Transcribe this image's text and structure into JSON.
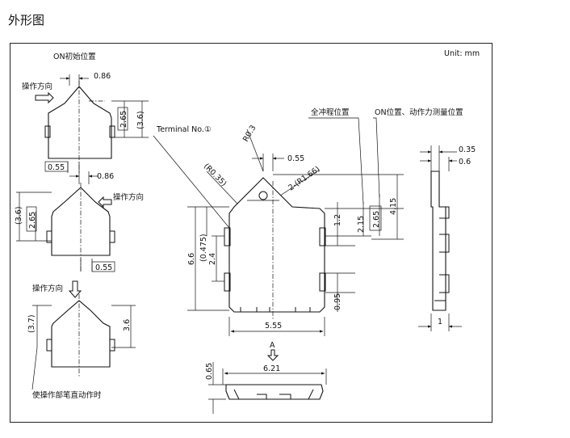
{
  "page_title": "外形图",
  "unit": "Unit: mm",
  "labels": {
    "on_initial_position": "ON初始位置",
    "operation_direction": "操作方向",
    "full_stroke_position": "全冲程位置",
    "on_position_force_point": "ON位置、动作力测量位置",
    "terminal_no": "Terminal No.①",
    "full_stroke_push": "使操作部笔直动作时",
    "view_a": "A"
  },
  "dimensions": {
    "d_0_86_top": "0.86",
    "d_2_65_a": "2.65",
    "d_3_6_a": "(3.6)",
    "d_0_55_a": "0.55",
    "d_0_86_b": "0.86",
    "d_3_6_b": "(3.6)",
    "d_2_65_b": "2.65",
    "d_0_55_b": "0.55",
    "d_3_7": "(3.7)",
    "d_3_6_c": "3.6",
    "d_r0_3": "R0.3",
    "d_0_55_c": "0.55",
    "d_r0_35": "(R0.35)",
    "d_r1_66": "2-(R1.66)",
    "d_4_15": "4.15",
    "d_2_65_c": "2.65",
    "d_2_15": "2.15",
    "d_1_2": "1.2",
    "d_6_6": "6.6",
    "d_0_475": "(0.475)",
    "d_2_4": "2.4",
    "d_0_95": "0.95",
    "d_5_55": "5.55",
    "d_6_21": "6.21",
    "d_0_65": "0.65",
    "d_0_35": "0.35",
    "d_0_6": "0.6",
    "d_1": "1"
  }
}
